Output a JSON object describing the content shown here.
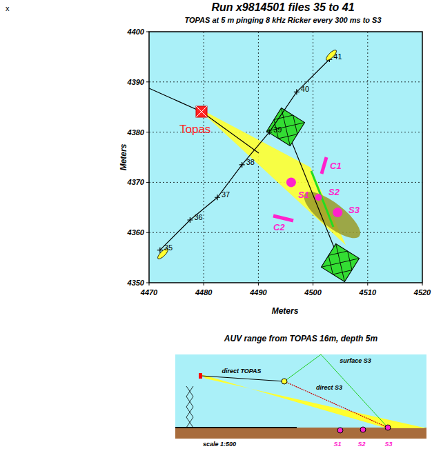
{
  "diagram": {
    "title": "Run x9814501 files 35 to 41",
    "labels": [
      "x",
      "TOPAS at 5 m pinging 8 kHz Ricker  every 300 ms to S3",
      "4400",
      "4390",
      "4380",
      "4370",
      "4360",
      "4350",
      "4470",
      "4480",
      "4490",
      "4500",
      "4510",
      "4520",
      "Meters",
      "Meters",
      "35",
      "36",
      "37",
      "38",
      "39",
      "40",
      "41",
      "Topas",
      "C1",
      "S1",
      "S2",
      "S3",
      "C2",
      "AUV range from TOPAS 16m, depth 5m",
      "direct TOPAS",
      "surface S3",
      "direct S3",
      "scale 1:500",
      "S1",
      "S2",
      "S3"
    ]
  }
}
